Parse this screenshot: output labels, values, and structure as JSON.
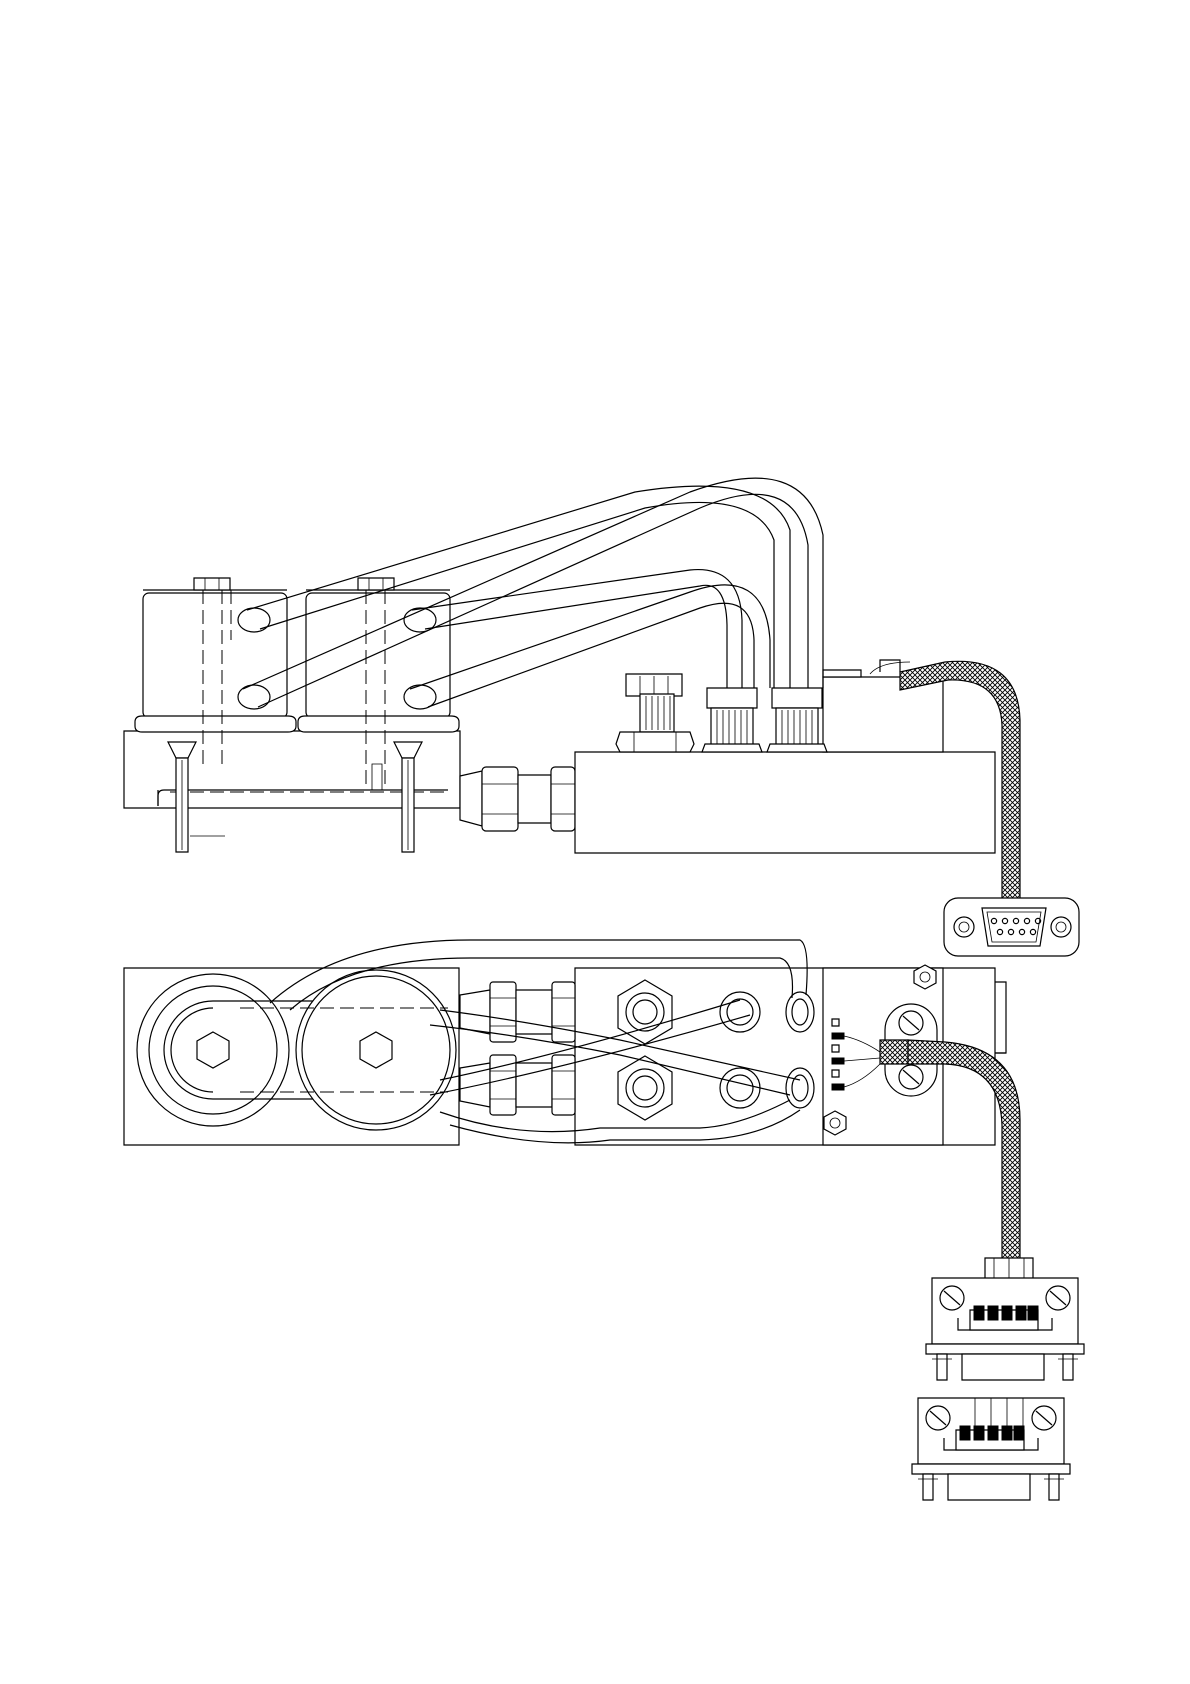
{
  "page": {
    "background": "#ffffff",
    "line_color": "#000000"
  },
  "views": [
    {
      "id": "side-view",
      "kind": "side elevation"
    },
    {
      "id": "top-view",
      "kind": "plan view"
    },
    {
      "id": "connector-detail-1",
      "kind": "sub-d connector detail"
    },
    {
      "id": "connector-detail-2",
      "kind": "sub-d connector detail"
    }
  ]
}
